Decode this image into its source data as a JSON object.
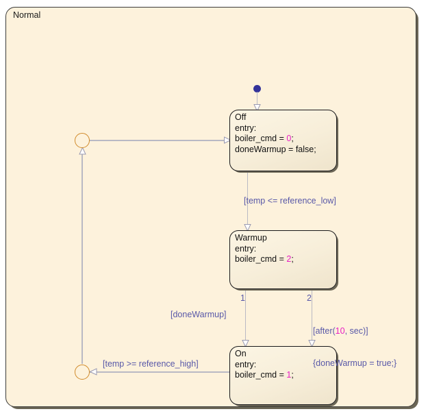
{
  "diagram": {
    "type": "stateflow-chart",
    "superstate": {
      "name": "Normal"
    },
    "colors": {
      "canvas": "#ffffff",
      "superstate_fill": "#fdf2dc",
      "superstate_border": "#3a3a38",
      "state_fill": "#f7eed9",
      "state_border": "#18181a",
      "transition_line": "#b9b9c4",
      "transition_label_text": "#5858a8",
      "literal_number": "#e81ec4",
      "junction_border": "#d08a2a",
      "default_transition_dot": "#33339a",
      "shadow": "#6b6656"
    },
    "states": [
      {
        "id": "off",
        "name": "Off",
        "lines": [
          {
            "text": "Off"
          },
          {
            "text": "entry:"
          },
          {
            "text": "boiler_cmd = ",
            "literal": "0",
            "suffix": ";"
          },
          {
            "text": "doneWarmup = false;"
          }
        ]
      },
      {
        "id": "warmup",
        "name": "Warmup",
        "lines": [
          {
            "text": "Warmup"
          },
          {
            "text": "entry:"
          },
          {
            "text": "boiler_cmd = ",
            "literal": "2",
            "suffix": ";"
          }
        ]
      },
      {
        "id": "on",
        "name": "On",
        "lines": [
          {
            "text": "On"
          },
          {
            "text": "entry:"
          },
          {
            "text": "boiler_cmd = ",
            "literal": "1",
            "suffix": ";"
          }
        ]
      }
    ],
    "junctions": [
      {
        "id": "junction-top"
      },
      {
        "id": "junction-bottom"
      }
    ],
    "transitions": [
      {
        "id": "default-to-off",
        "from": "default",
        "to": "Off",
        "label": ""
      },
      {
        "id": "off-to-warmup",
        "from": "Off",
        "to": "Warmup",
        "label": "[temp <= reference_low]"
      },
      {
        "id": "warmup-to-on-1",
        "from": "Warmup",
        "to": "On",
        "order": "1",
        "label": "[doneWarmup]"
      },
      {
        "id": "warmup-to-on-2",
        "from": "Warmup",
        "to": "On",
        "order": "2",
        "label_line1_prefix": "[after(",
        "label_line1_literal": "10",
        "label_line1_suffix": ", sec)]",
        "label_line2": "{doneWarmup = true;}"
      },
      {
        "id": "on-to-junction",
        "from": "On",
        "to": "junction-bottom",
        "label": "[temp >= reference_high]"
      },
      {
        "id": "junction-to-off",
        "from": "junction-top",
        "to": "Off",
        "label": ""
      }
    ]
  }
}
